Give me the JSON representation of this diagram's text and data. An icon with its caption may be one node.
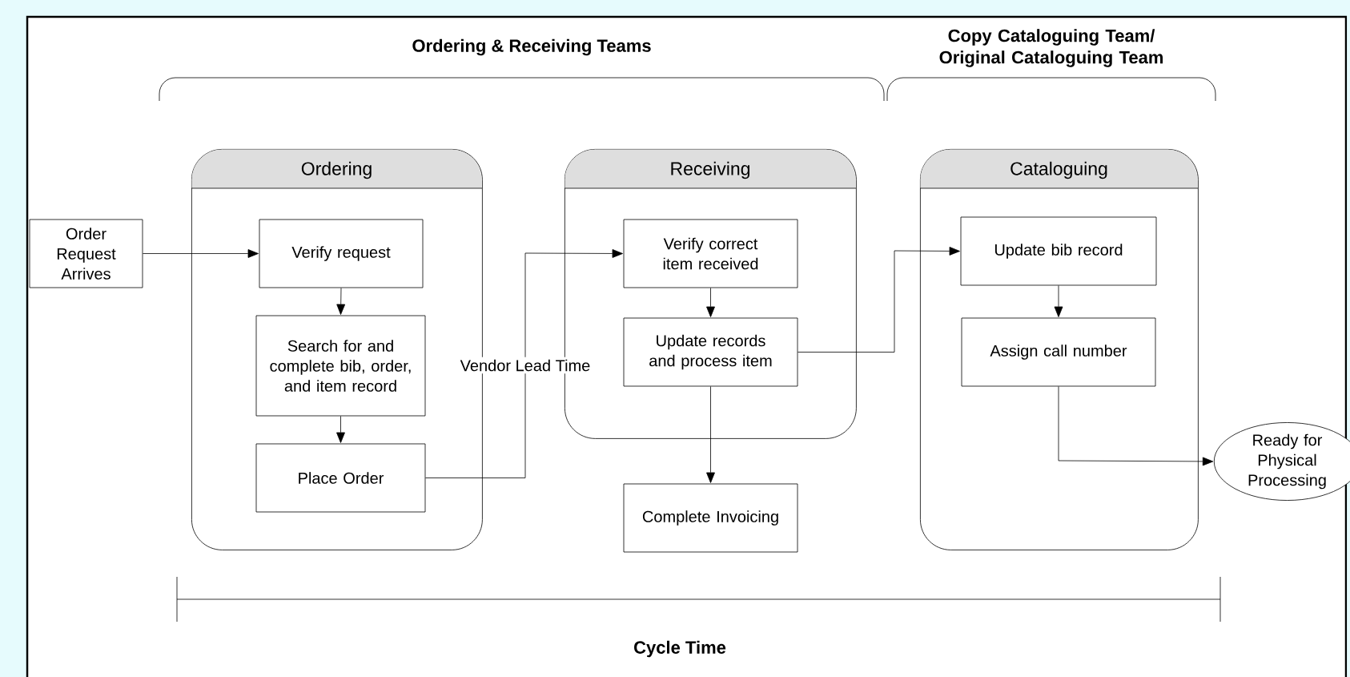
{
  "diagram": {
    "nodes": [
      {
        "text": [
          "Order Request Arrives"
        ]
      },
      {
        "text": [
          "Ordering"
        ]
      },
      {
        "text": [
          "Verify request"
        ],
        "in": 1
      },
      {
        "text": [
          "Search for and complete bib, order, and item record"
        ],
        "in": 1
      },
      {
        "text": [
          "Place Order"
        ],
        "in": 1
      },
      {
        "text": [
          "Receiving"
        ]
      },
      {
        "text": [
          "Verify correct item received"
        ],
        "in": 5
      },
      {
        "text": [
          "Update records and process item"
        ],
        "in": 5
      },
      {
        "text": [
          "Complete Invoicing"
        ]
      },
      {
        "text": [
          "Cataloguing"
        ]
      },
      {
        "text": [
          "Update bib record"
        ],
        "in": 9
      },
      {
        "text": [
          "Assign call number"
        ],
        "in": 9
      },
      {
        "text": [
          "Ready for Physical Processing"
        ]
      }
    ],
    "edges": [
      {
        "from": 0,
        "to": 2,
        "arrow": "to"
      },
      {
        "from": 2,
        "to": 3,
        "arrow": "to"
      },
      {
        "from": 3,
        "to": 4,
        "arrow": "to"
      },
      {
        "from": 4,
        "to": 6,
        "arrow": "to",
        "label": "Vendor Lead Time"
      },
      {
        "from": 6,
        "to": 7,
        "arrow": "to"
      },
      {
        "from": 7,
        "to": 10,
        "arrow": "to"
      },
      {
        "from": 7,
        "to": 8,
        "arrow": "to"
      },
      {
        "from": 10,
        "to": 11,
        "arrow": "to"
      },
      {
        "from": 11,
        "to": 12,
        "arrow": "to"
      }
    ],
    "labels": [
      "Ordering & Receiving Teams",
      "Copy Cataloguing Team/ Original Cataloguing Team",
      "Cycle Time"
    ]
  }
}
